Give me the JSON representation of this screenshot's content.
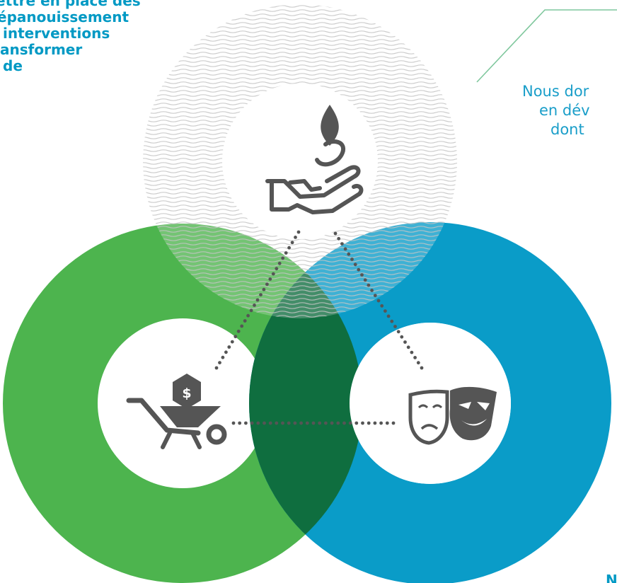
{
  "colors": {
    "wavy_ring": "#c4c4c4",
    "green_ring": "#4db44e",
    "blue_ring": "#0a9cc8",
    "overlap_dark": "#0f6e3f",
    "icon": "#555555",
    "accent_text": "#0099c4",
    "leader_line": "#7fc79d"
  },
  "left_text_lines": [
    "ettre en place des",
    "épanouissement",
    "interventions",
    "ansformer",
    "de"
  ],
  "right_text_lines": [
    "Nous dor",
    "en dév",
    "dont"
  ],
  "bottom_fragment": "N",
  "icons": {
    "top": "hand-water-drop-icon",
    "left": "wheelbarrow-dollar-icon",
    "right": "theater-masks-icon"
  },
  "dollar_symbol": "$"
}
